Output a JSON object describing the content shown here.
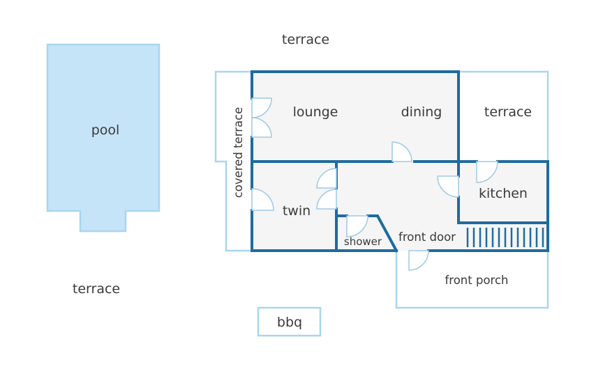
{
  "labels": {
    "terrace_top": "terrace",
    "pool": "pool",
    "terrace_bottom_left": "terrace",
    "covered_terrace": "covered terrace",
    "lounge": "lounge",
    "dining": "dining",
    "terrace_right": "terrace",
    "twin": "twin",
    "kitchen": "kitchen",
    "shower": "shower",
    "front_door": "front door",
    "front_porch": "front porch",
    "bbq": "bbq"
  },
  "colors": {
    "wall": "#1f6b9e",
    "outdoor_outline": "#a9d6ef",
    "pool_fill": "#c6e4f7",
    "room_fill": "#f5f5f5",
    "text": "#3a3a3a"
  }
}
